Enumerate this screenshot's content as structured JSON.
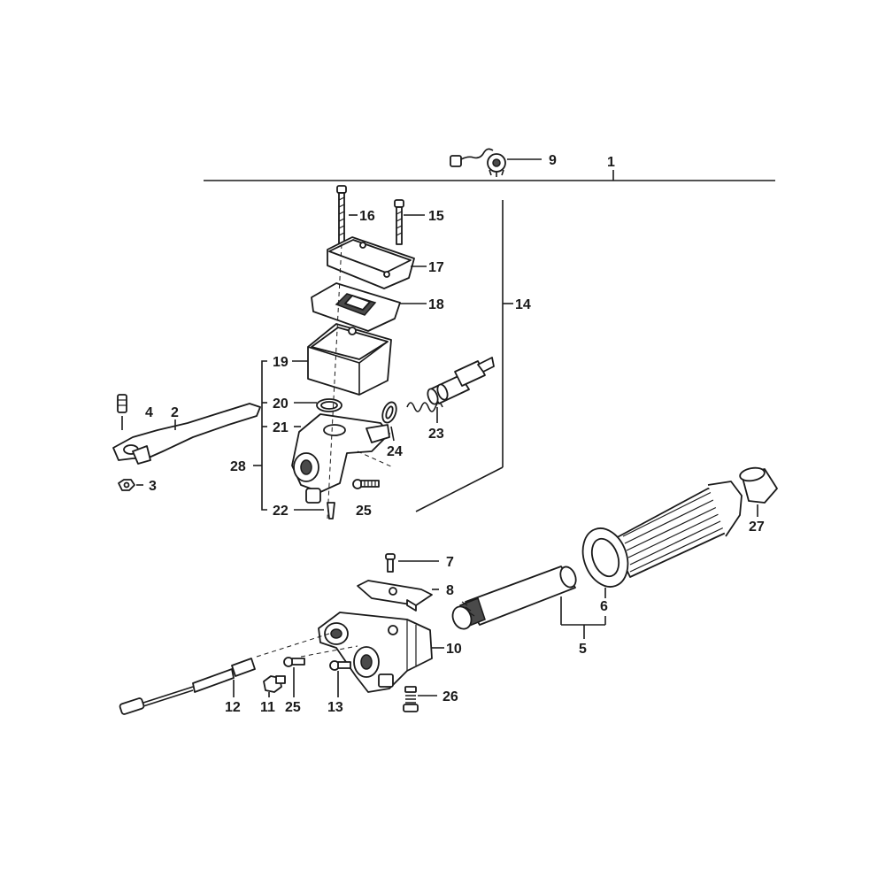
{
  "diagram": {
    "labels": {
      "p1": "1",
      "p2": "2",
      "p3": "3",
      "p4": "4",
      "p5": "5",
      "p6": "6",
      "p7": "7",
      "p8": "8",
      "p9": "9",
      "p10": "10",
      "p11": "11",
      "p12": "12",
      "p13": "13",
      "p14": "14",
      "p15": "15",
      "p16": "16",
      "p17": "17",
      "p18": "18",
      "p19": "19",
      "p20": "20",
      "p21": "21",
      "p22": "22",
      "p23": "23",
      "p24": "24",
      "p25a": "25",
      "p25b": "25",
      "p26": "26",
      "p27": "27",
      "p28": "28"
    }
  }
}
